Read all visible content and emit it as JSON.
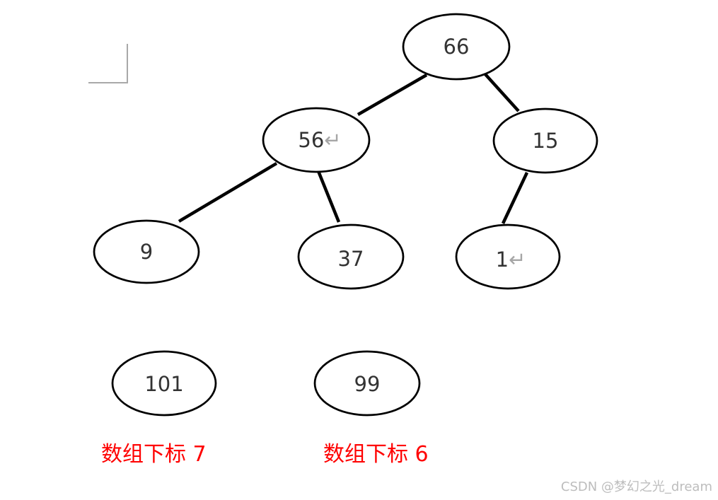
{
  "diagram_title": "binary-tree-array-mapping",
  "tree": {
    "nodes": [
      {
        "label": "66",
        "mark": ""
      },
      {
        "label": "56",
        "mark": "↵"
      },
      {
        "label": "15",
        "mark": ""
      },
      {
        "label": "9",
        "mark": ""
      },
      {
        "label": "37",
        "mark": ""
      },
      {
        "label": "1",
        "mark": "↵"
      },
      {
        "label": "101",
        "mark": ""
      },
      {
        "label": "99",
        "mark": ""
      }
    ],
    "edges": [
      {
        "from": "66",
        "to": "56"
      },
      {
        "from": "66",
        "to": "15"
      },
      {
        "from": "56",
        "to": "9"
      },
      {
        "from": "56",
        "to": "37"
      },
      {
        "from": "15",
        "to": "1"
      }
    ],
    "node_border_color": "#000000",
    "node_fill_color": "#ffffff",
    "node_text_color": "#333333",
    "return_mark_color": "#a6a6a6",
    "edge_color": "#000000"
  },
  "captions": [
    {
      "text": "数组下标 7"
    },
    {
      "text": "数组下标 6"
    }
  ],
  "caption_color": "#ff0000",
  "corner_mark_color": "#a9a9a9",
  "watermark": {
    "text": "CSDN @梦幻之光_dream",
    "color": "#bdbdbd"
  }
}
